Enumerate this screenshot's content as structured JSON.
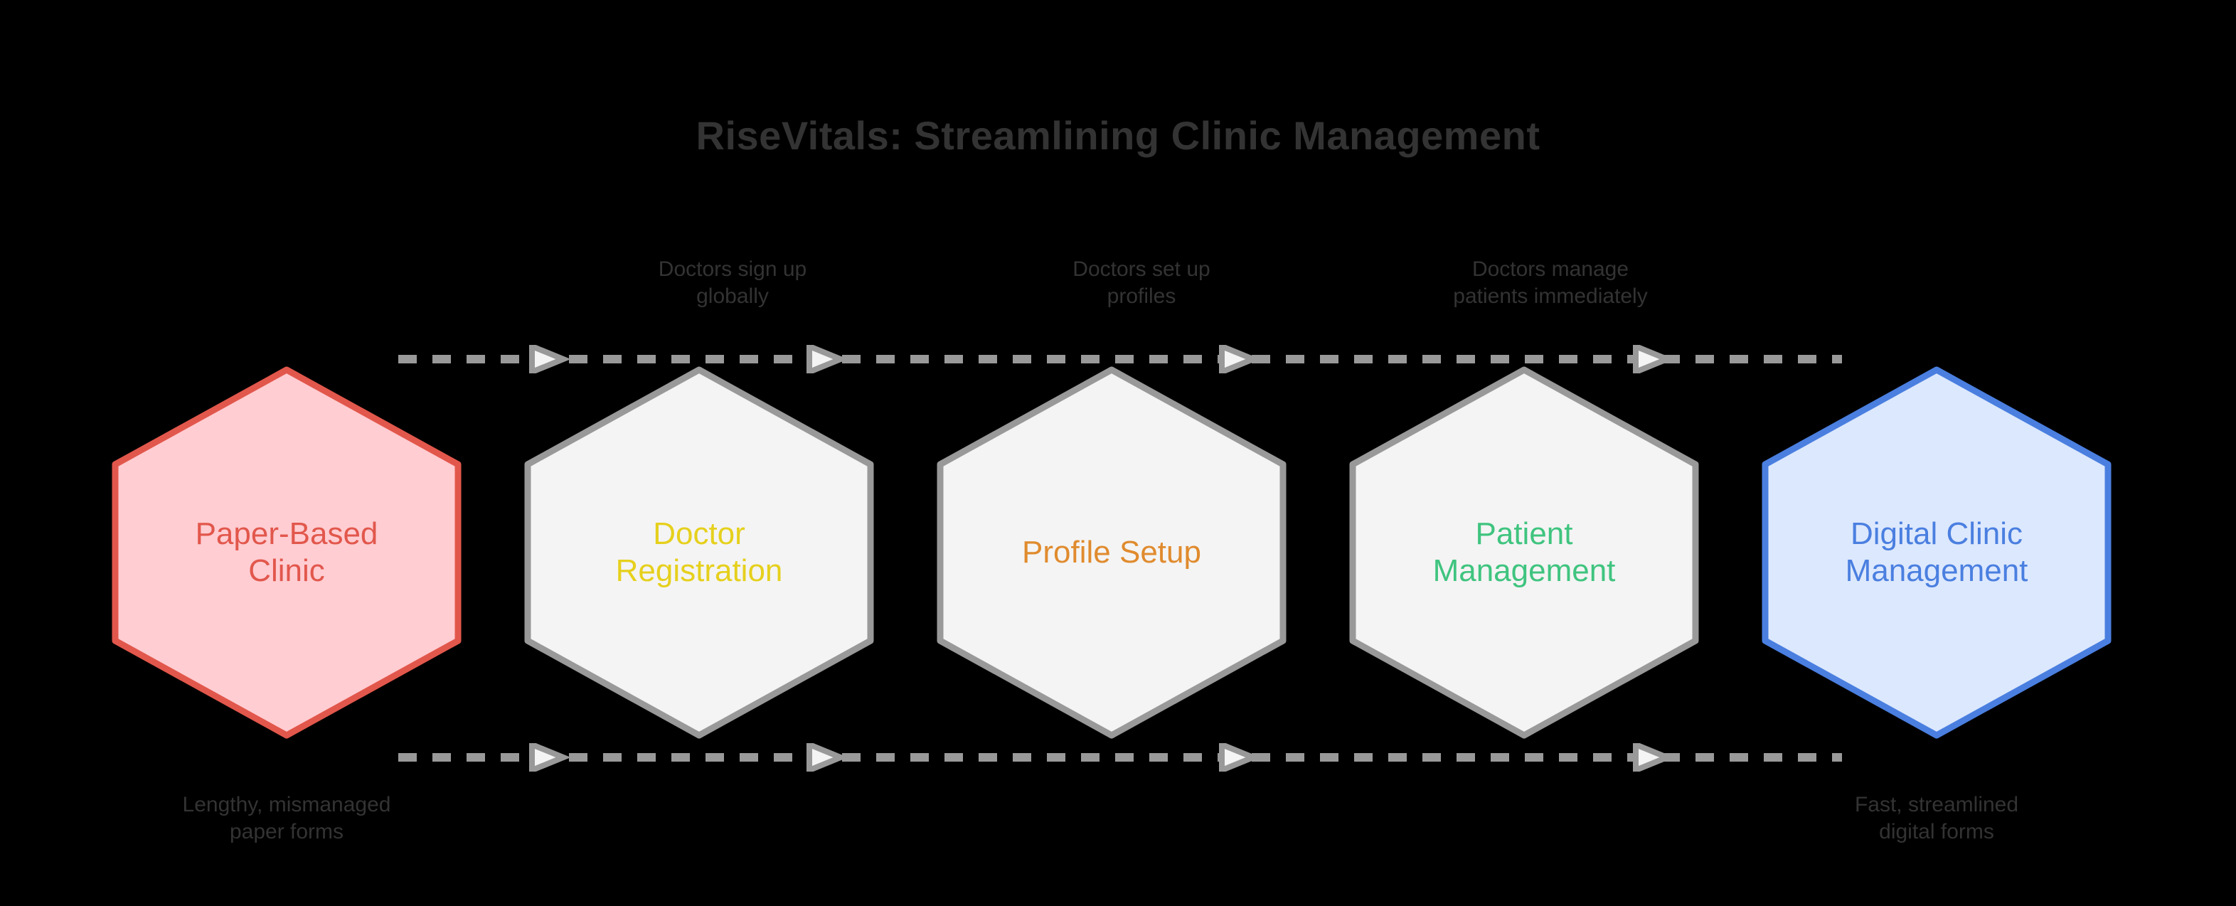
{
  "diagram": {
    "title": "RiseVitals: Streamlining Clinic Management",
    "background_color": "#000000",
    "title_color": "#333333",
    "line_color": "#999999",
    "arrowhead_fill": "#f4f4f4",
    "label_color": "#333333"
  },
  "nodes": [
    {
      "id": "paper-based-clinic",
      "label": "Paper-Based\nClinic",
      "fill": "#ffcdd2",
      "stroke": "#e2574c",
      "text_color": "#e2574c"
    },
    {
      "id": "doctor-registration",
      "label": "Doctor\nRegistration",
      "fill": "#f4f4f4",
      "stroke": "#999999",
      "text_color": "#e6d01c"
    },
    {
      "id": "profile-setup",
      "label": "Profile Setup",
      "fill": "#f4f4f4",
      "stroke": "#999999",
      "text_color": "#e08b2e"
    },
    {
      "id": "patient-management",
      "label": "Patient\nManagement",
      "fill": "#f4f4f4",
      "stroke": "#999999",
      "text_color": "#3fc47f"
    },
    {
      "id": "digital-clinic-management",
      "label": "Digital Clinic\nManagement",
      "fill": "#dce8fd",
      "stroke": "#4a7fe0",
      "text_color": "#4a7fe0"
    }
  ],
  "step_labels": [
    {
      "id": "doctors-sign-up-globally",
      "text": "Doctors sign up\nglobally"
    },
    {
      "id": "doctors-set-up-profiles",
      "text": "Doctors set up\nprofiles"
    },
    {
      "id": "doctors-manage-patients-immediately",
      "text": "Doctors manage\npatients immediately"
    }
  ],
  "outcome_labels": [
    {
      "id": "lengthy-mismanaged-paper-forms",
      "text": "Lengthy, mismanaged\npaper forms"
    },
    {
      "id": "fast-streamlined-digital-forms",
      "text": "Fast, streamlined\ndigital forms"
    }
  ],
  "flow_lines": [
    {
      "id": "top-flow-line",
      "arrowhead_count": 4,
      "style": "dashed"
    },
    {
      "id": "bottom-flow-line",
      "arrowhead_count": 4,
      "style": "dashed"
    }
  ]
}
